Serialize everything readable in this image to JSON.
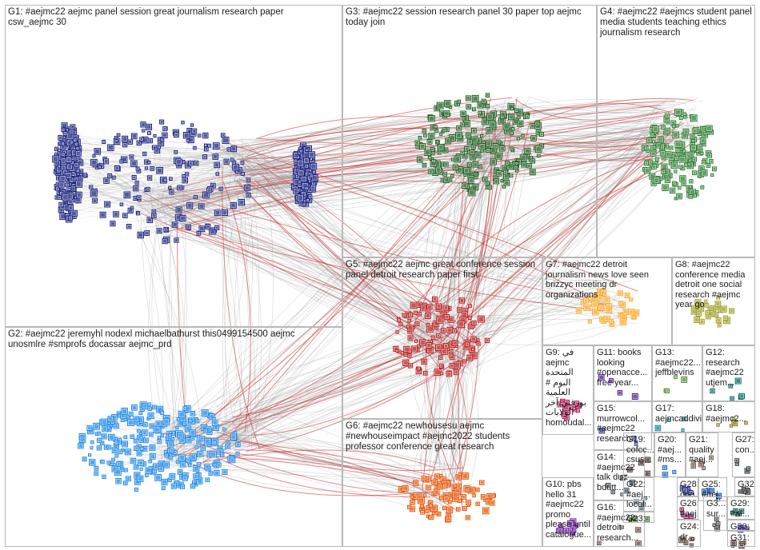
{
  "groups": [
    {
      "id": "G1",
      "label": "G1: #aejmc22 aejmc panel session great journalism research paper\ncsw_aejmc 30",
      "color": "#1a237e"
    },
    {
      "id": "G2",
      "label": "G2: #aejmc22 jeremyhl nodexl michaelbathurst this0499154500 aejmc\nunosmlre #smprofs docassar aejmc_prd",
      "color": "#1e88e5"
    },
    {
      "id": "G3",
      "label": "G3: #aejmc22 session research panel 30 paper top aejmc\ntoday join",
      "color": "#1b5e20"
    },
    {
      "id": "G4",
      "label": "G4: #aejmc22 #aejmcs student panel\nmedia students teaching ethics\njournalism research",
      "color": "#2e7d32"
    },
    {
      "id": "G5",
      "label": "G5: #aejmc22 aejmc great conference session\npanel detroit research paper first",
      "color": "#b71c1c"
    },
    {
      "id": "G6",
      "label": "G6: #aejmc22 newhousesu aejmc\n#newhouseimpact #aejmc2022 students\nprofessor conference great research",
      "color": "#e65100"
    },
    {
      "id": "G7",
      "label": "G7: #aejmc22 detroit\njournalism news love seen\nbrizzyc meeting dr\norganizations",
      "color": "#f9a825"
    },
    {
      "id": "G8",
      "label": "G8: #aejmc22\nconference media\ndetroit one social\nresearch #aejmc\nyear go",
      "color": "#9e9d24"
    },
    {
      "id": "G9",
      "label": "G9: في\naejmc المتحدة\n# البوم العلمية\nبورقتي آخر\nالولايات\nhomoudal...",
      "color": "#ad1457"
    },
    {
      "id": "G10",
      "label": "G10: pbs\nhello 31\n#aejmc22\npromo\nplease until\ncatalogue...",
      "color": "#6a1b9a"
    },
    {
      "id": "G11",
      "label": "G11: books\nlooking\n#openacce...\nfree year...",
      "color": "#4a148c"
    },
    {
      "id": "G12",
      "label": "G12:\nresearch\n#aejmc22\nutjem...",
      "color": "#00695c"
    },
    {
      "id": "G13",
      "label": "G13:\n#aejmc22...\njeffblevins",
      "color": "#558b2f"
    },
    {
      "id": "G14",
      "label": "G14:\n#aejmc22\ntalk dutt\nbdutt...",
      "color": "#37474f"
    },
    {
      "id": "G15",
      "label": "G15:\nmurrowcol...\n#aejmc22\nresearch...",
      "color": "#283593"
    },
    {
      "id": "G16",
      "label": "G16:\n#aejmc22\ndetroit\nresearch...",
      "color": "#5d4037"
    },
    {
      "id": "G17",
      "label": "G17:\naejmcaddivis...",
      "color": "#00838f"
    },
    {
      "id": "G18",
      "label": "G18:\n#aejmc2...",
      "color": "#827717"
    },
    {
      "id": "G19",
      "label": "G19:\ncofcc...\ncsus...",
      "color": "#3e2723"
    },
    {
      "id": "G20",
      "label": "G20:\n#aej...\n#ms...",
      "color": "#1565c0"
    },
    {
      "id": "G21",
      "label": "G21:\nquality\n#aej...",
      "color": "#6d4c41"
    },
    {
      "id": "G22",
      "label": "G22:\n#aej...\nlocal...",
      "color": "#455a64"
    },
    {
      "id": "G23",
      "label": "G23:",
      "color": "#33691e"
    },
    {
      "id": "G24",
      "label": "G24:\ndr...",
      "color": "#4e342e"
    },
    {
      "id": "G25",
      "label": "G25:\n#aej...",
      "color": "#0d47a1"
    },
    {
      "id": "G26",
      "label": "G26:\n#aej...",
      "color": "#880e4f"
    },
    {
      "id": "G27",
      "label": "G27:\ncon...",
      "color": "#263238"
    },
    {
      "id": "G28",
      "label": "G28:\nduq...",
      "color": "#1a237e"
    },
    {
      "id": "G29",
      "label": "G29:\n#ai...",
      "color": "#004d40"
    },
    {
      "id": "G30",
      "label": "G30:\n#ai...",
      "color": "#311b92"
    },
    {
      "id": "G31",
      "label": "G31:\n#ai...",
      "color": "#3e2723"
    },
    {
      "id": "G32",
      "label": "G32",
      "color": "#212121"
    },
    {
      "id": "G3x",
      "label": "G3...\nsur...",
      "color": "#424242"
    }
  ]
}
